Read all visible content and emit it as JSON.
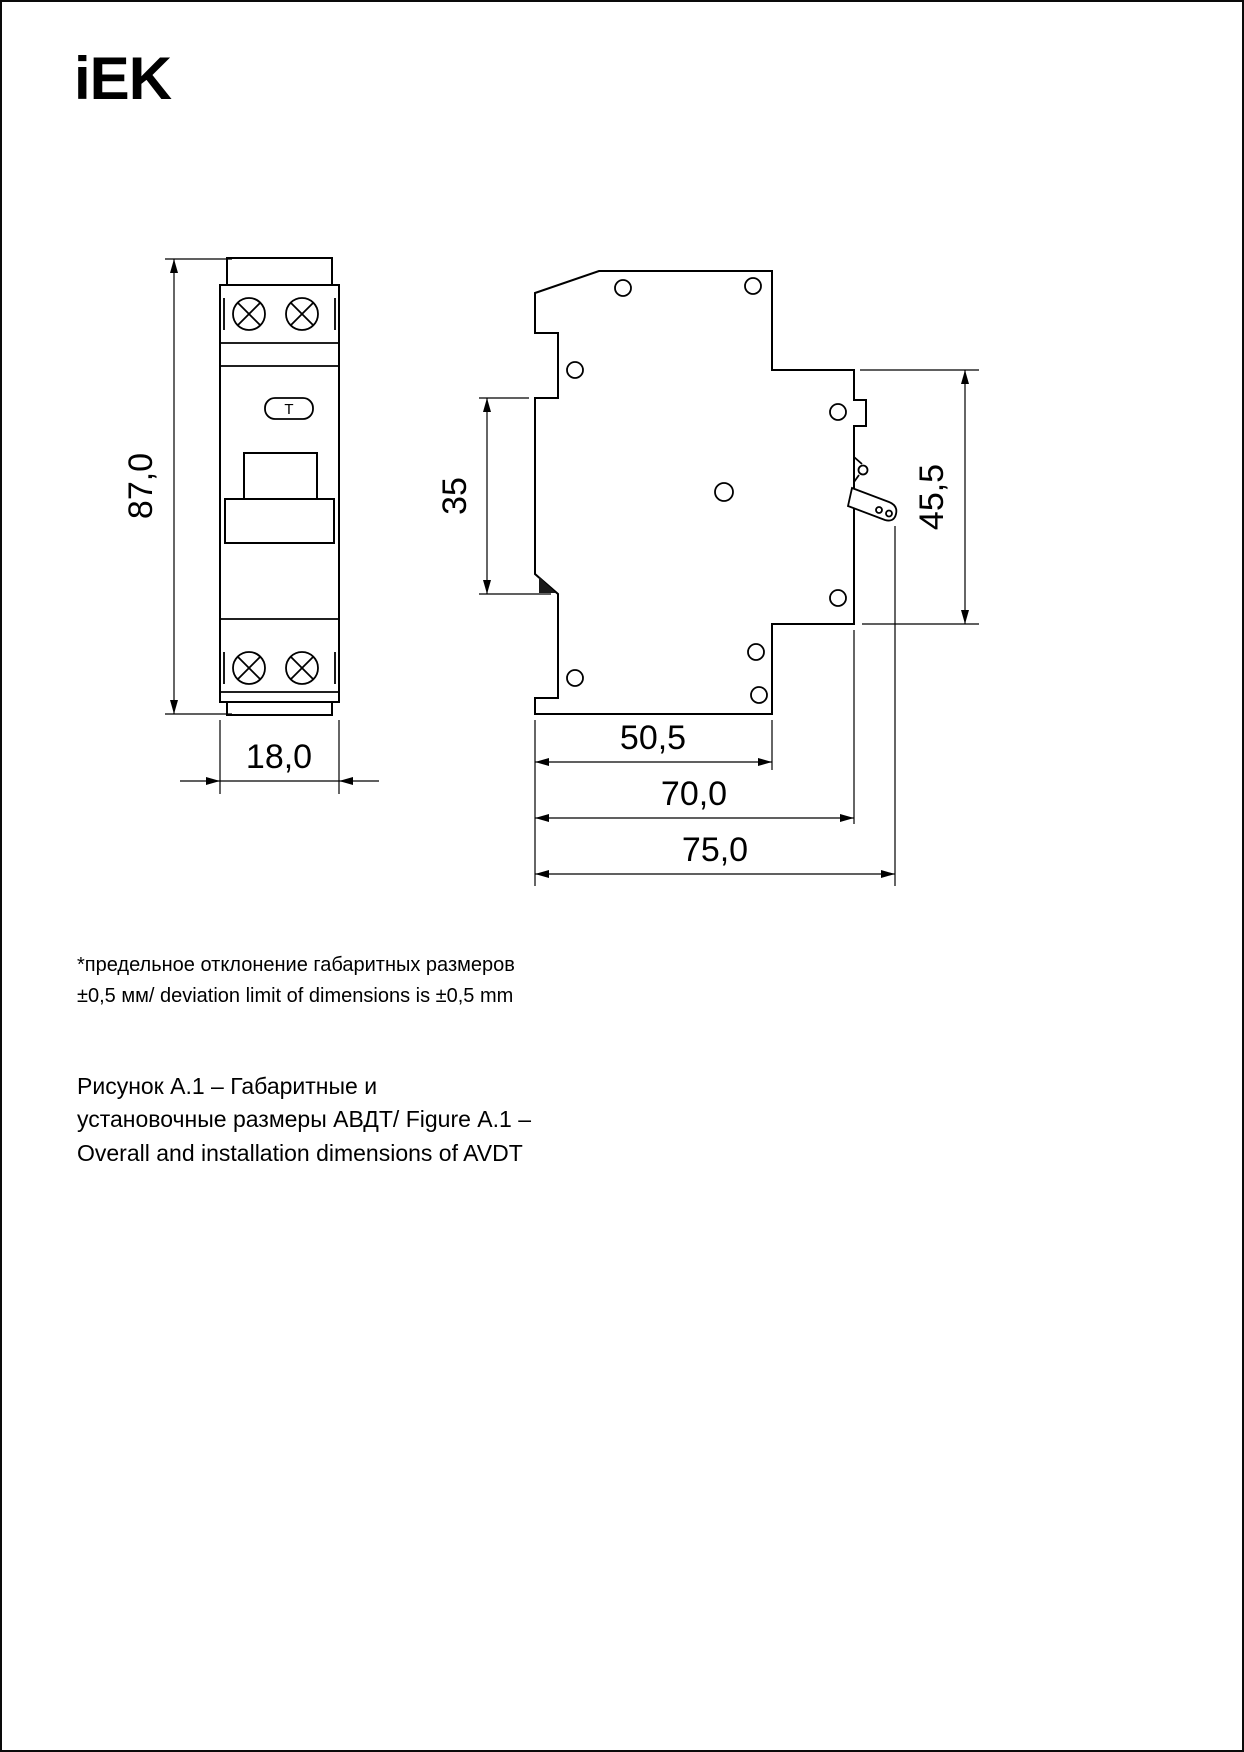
{
  "logo": {
    "text": "iEK"
  },
  "front_view": {
    "height": "87,0",
    "width": "18,0",
    "test_button": "T"
  },
  "side_view": {
    "front_part_height": "35",
    "rail_height": "45,5",
    "depth_front": "50,5",
    "depth_rail": "70,0",
    "depth_total": "75,0"
  },
  "note": {
    "line1": "*предельное отклонение габаритных размеров",
    "line2": "±0,5 мм/ deviation limit of dimensions is ±0,5 mm"
  },
  "caption": {
    "line1": "Рисунок А.1 – Габаритные и",
    "line2": "установочные размеры АВДТ/ Figure А.1 –",
    "line3": "Overall and installation dimensions of AVDT"
  },
  "colors": {
    "line": "#000000",
    "background": "#ffffff"
  }
}
